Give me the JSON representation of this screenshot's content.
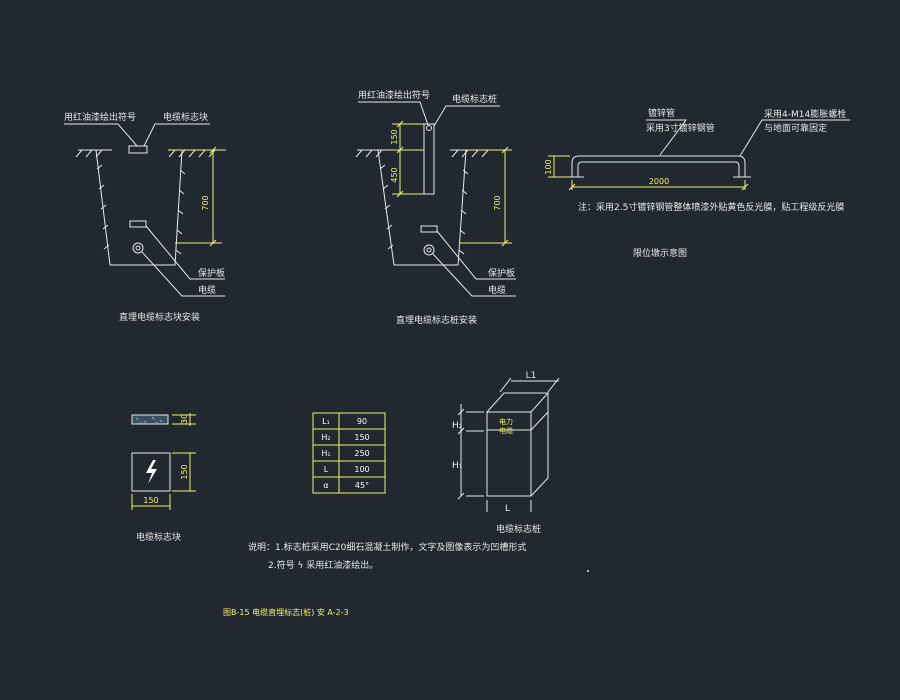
{
  "colors": {
    "background": "#212830",
    "lines": "#e8e8e8",
    "dimension": "#f2f26a",
    "table_grid": "#f2f26a",
    "bolt_icon_fill": "#ffffff"
  },
  "detail1": {
    "label_paint": "用红油漆绘出符号",
    "label_block": "电缆标志块",
    "dim_depth": "700",
    "label_plate": "保护板",
    "label_cable": "电缆",
    "caption": "直埋电缆标志块安装"
  },
  "detail2": {
    "label_paint": "用红油漆绘出符号",
    "label_post": "电缆标志桩",
    "dim_above": "150",
    "dim_post": "450",
    "dim_depth": "700",
    "label_plate": "保护板",
    "label_cable": "电缆",
    "caption": "直埋电缆标志桩安装"
  },
  "detail3": {
    "label_pipe": "镀锌管",
    "label_pipe_spec": "采用3寸镀锌钢管",
    "label_bolt": "采用4-M14膨胀螺栓",
    "label_bolt2": "与地面可靠固定",
    "dim_height": "100",
    "dim_length": "2000",
    "note": "注：采用2.5寸镀锌钢管整体喷漆外贴黄色反光膜，贴工程级反光膜",
    "caption": "限位墩示意图"
  },
  "detail4": {
    "dim_thickness": "30",
    "dim_height": "150",
    "dim_width": "150",
    "caption": "电缆标志块"
  },
  "table": {
    "rows": [
      [
        "L₁",
        "90"
      ],
      [
        "H₂",
        "150"
      ],
      [
        "H₁",
        "250"
      ],
      [
        "L",
        "100"
      ],
      [
        "α",
        "45°"
      ]
    ]
  },
  "detail5": {
    "label_top": "L1",
    "label_h2": "H₂",
    "label_h1": "H₁",
    "label_l": "L",
    "post_text_line1": "电力",
    "post_text_line2": "电缆",
    "caption": "电缆标志桩"
  },
  "notes": {
    "line1": "说明：1.标志桩采用C20细石混凝土制作，文字及图像表示为凹槽形式",
    "line2": "2.符号 ϟ 采用红油漆绘出。"
  },
  "drawing_title": "图B-15  电缆直埋标志(桩) 安 A-2-3"
}
